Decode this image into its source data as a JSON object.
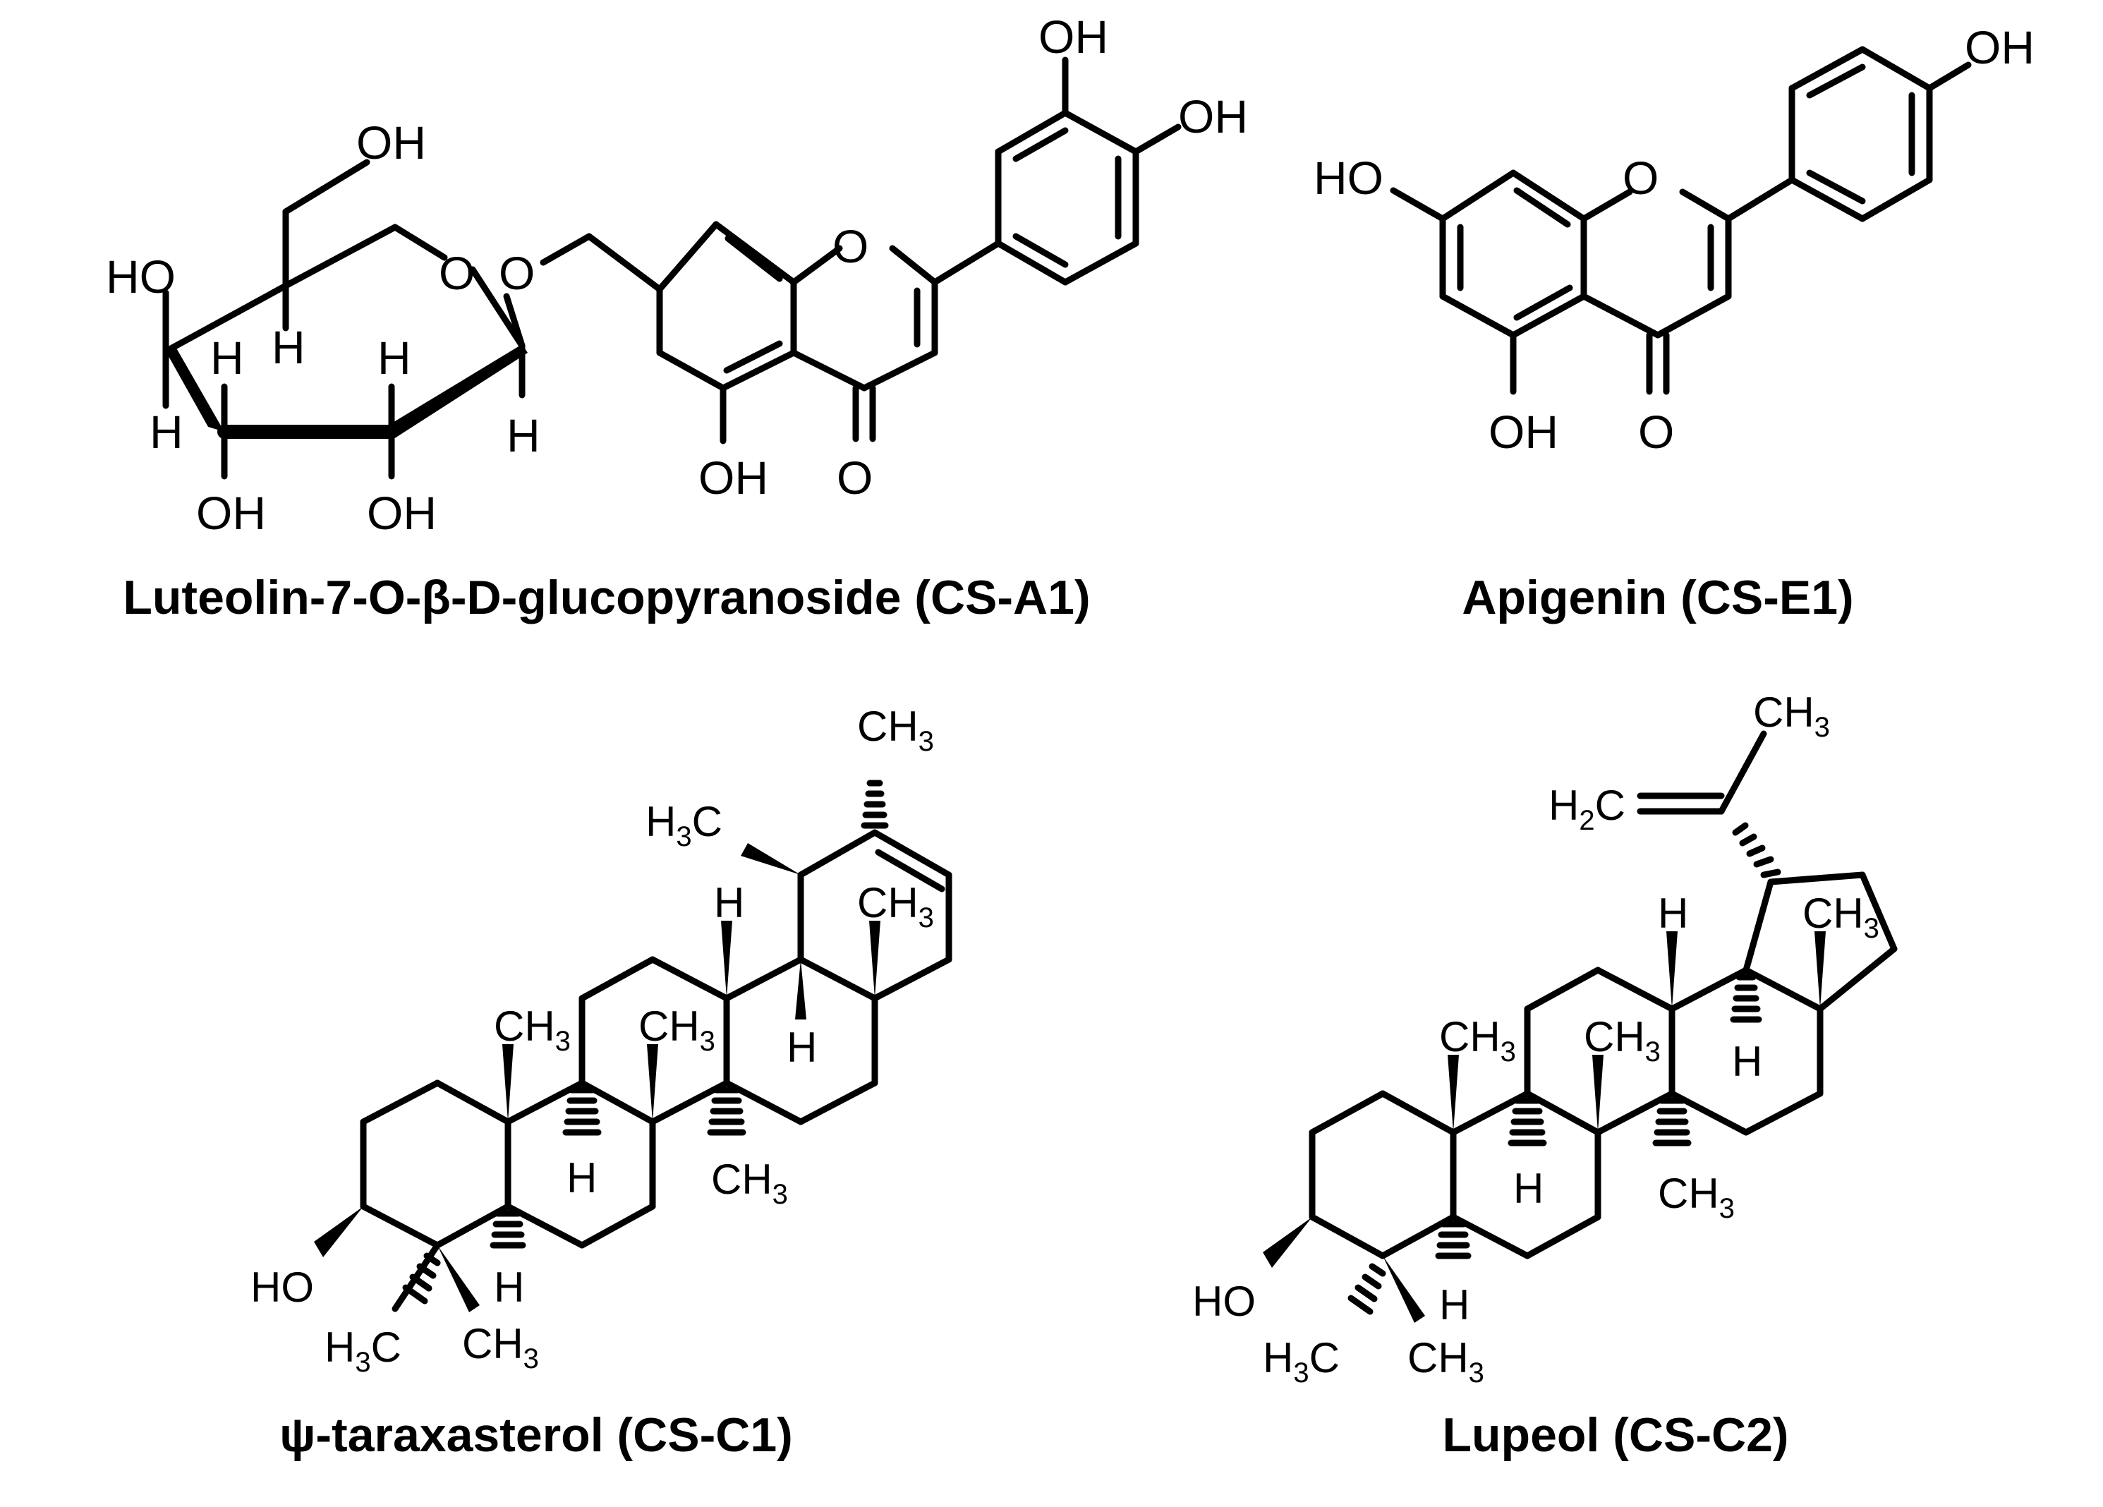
{
  "captions": {
    "a1": "Luteolin-7-O-β-D-glucopyranoside (CS-A1)",
    "e1": "Apigenin (CS-E1)",
    "c1": "ψ-taraxasterol (CS-C1)",
    "c2": "Lupeol (CS-C2)"
  },
  "atoms": {
    "oh": "OH",
    "ho": "HO",
    "o": "O",
    "h": "H",
    "ch": "CH",
    "three": "3",
    "two": "2"
  }
}
